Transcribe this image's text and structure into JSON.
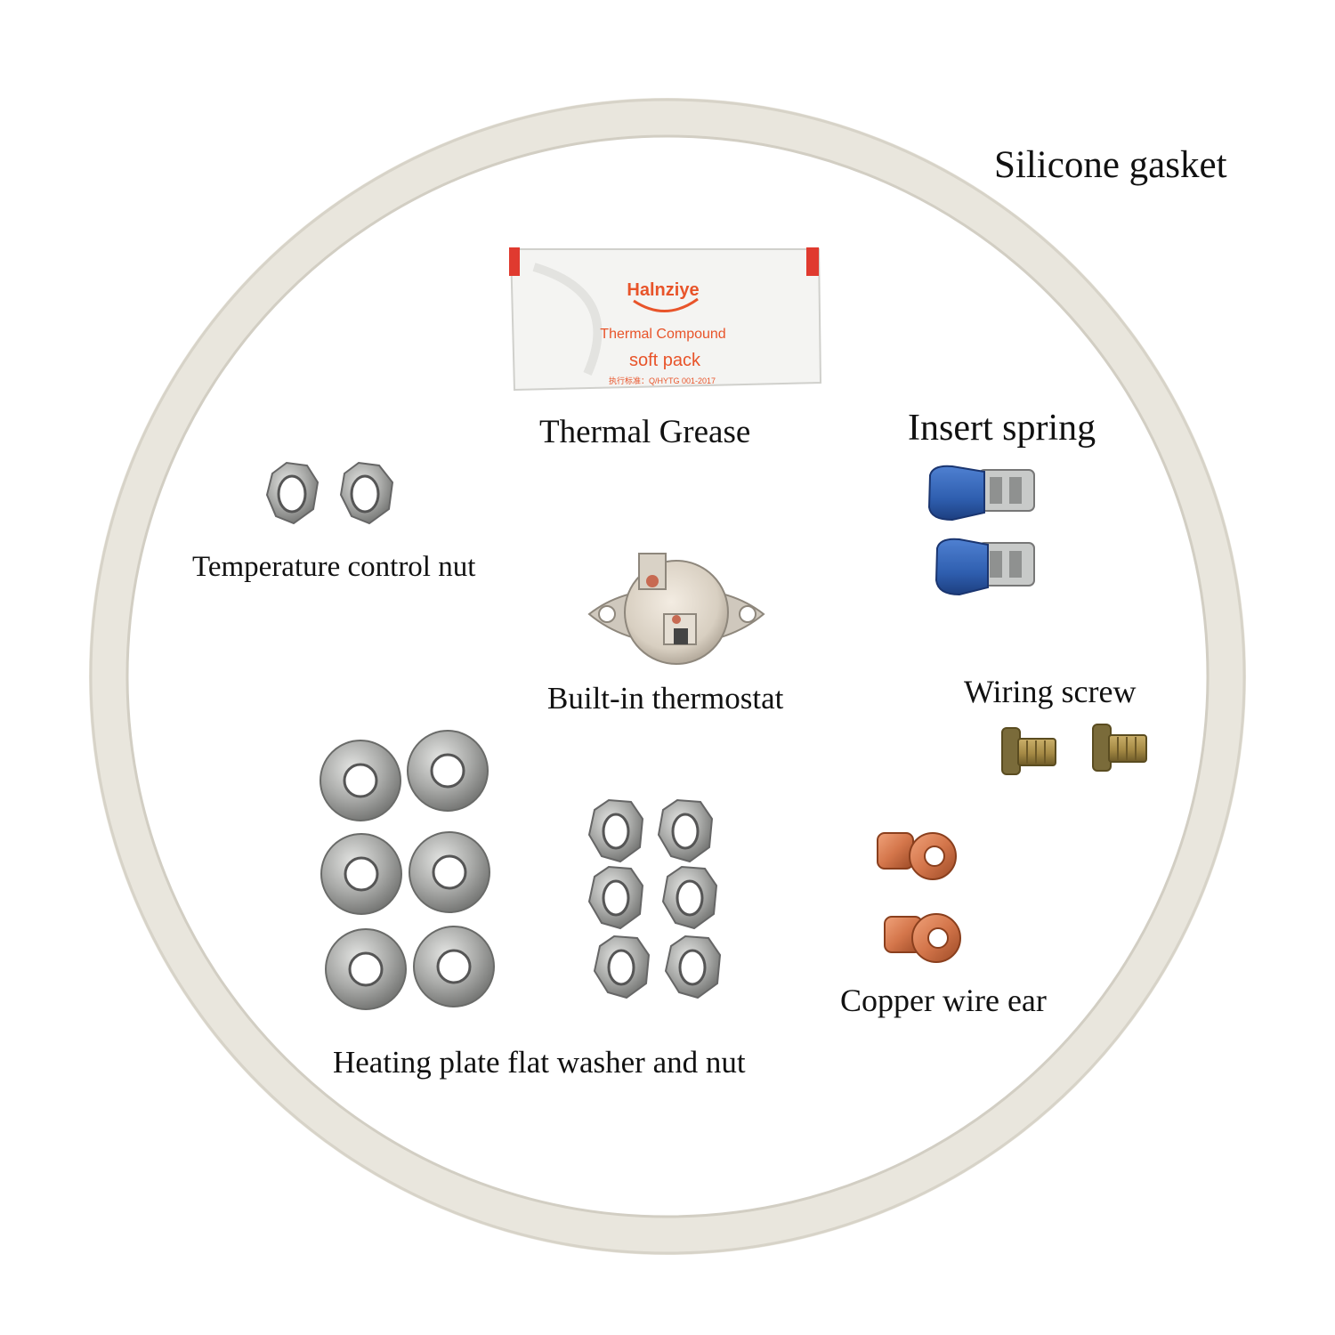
{
  "labels": {
    "silicone_gasket": "Silicone gasket",
    "thermal_grease": "Thermal Grease",
    "insert_spring": "Insert spring",
    "temperature_control_nut": "Temperature control nut",
    "builtin_thermostat": "Built-in thermostat",
    "wiring_screw": "Wiring screw",
    "copper_wire_ear": "Copper wire ear",
    "heating_plate": "Heating plate flat washer and nut"
  },
  "packet": {
    "brand": "Halnziye",
    "line1": "Thermal Compound",
    "line2": "soft pack",
    "standard": "执行标准：Q/HYTG 001-2017"
  },
  "colors": {
    "gasket": "#e9e6dd",
    "packet_red": "#e03a2f",
    "packet_text": "#e8542a",
    "steel": "#a9aaa8",
    "blue_sleeve": "#2f5fb0",
    "copper": "#d4764b",
    "brass": "#a58a45"
  }
}
